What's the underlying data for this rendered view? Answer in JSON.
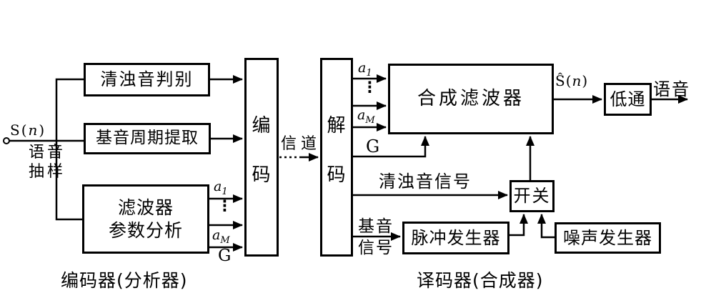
{
  "colors": {
    "ink": "#000000",
    "background": "#ffffff"
  },
  "input": {
    "signal_pre": "S(",
    "signal_var": "n",
    "signal_post": ")",
    "desc_line1": "语音",
    "desc_line2": "抽样"
  },
  "encoder": {
    "voiced_box": "清浊音判别",
    "pitch_box": "基音周期提取",
    "filter_box_line1": "滤波器",
    "filter_box_line2": "参数分析",
    "encode_char1": "编",
    "encode_char2": "码",
    "coeff_a": "a",
    "coeff_a1_sub": "1",
    "coeff_dots": "⋮",
    "coeff_aM_sub": "M",
    "coeff_gain": "G",
    "caption": "编码器(分析器)"
  },
  "channel": {
    "label": "信道"
  },
  "decoder": {
    "decode_char1": "解",
    "decode_char2": "码",
    "coeff_a": "a",
    "coeff_a1_sub": "1",
    "coeff_dots": "⋮",
    "coeff_aM_sub": "M",
    "coeff_gain": "G",
    "synth_box": "合成滤波器",
    "voiced_signal": "清浊音信号",
    "pitch_line1": "基音",
    "pitch_line2": "信号",
    "switch_box": "开关",
    "pulse_box": "脉冲发生器",
    "noise_box": "噪声发生器",
    "lowpass_box": "低通",
    "output_pre": "Ŝ(",
    "output_var": "n",
    "output_post": ")",
    "output_label": "语音",
    "caption": "译码器(合成器)"
  }
}
